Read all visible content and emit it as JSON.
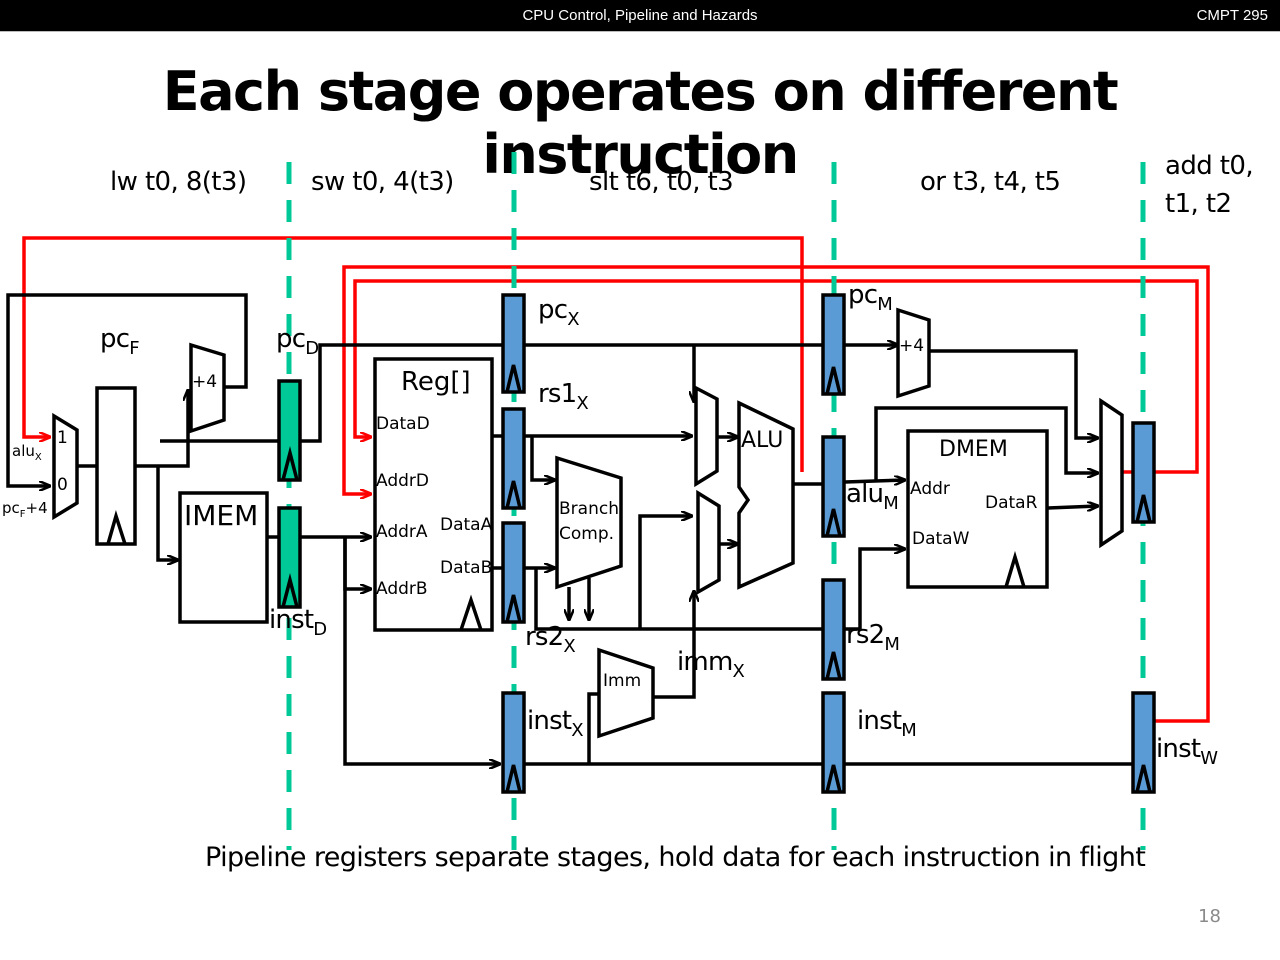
{
  "header": {
    "deck_title": "CPU Control, Pipeline and Hazards",
    "course": "CMPT 295"
  },
  "slide": {
    "title": "Each stage operates on different instruction",
    "caption": "Pipeline registers separate stages, hold data for each instruction in flight",
    "page_number": "18"
  },
  "colors": {
    "wire": "#000000",
    "writeback_wire": "#ff0000",
    "stage_divider": "#00c896",
    "fetch_decode_register": "#00c896",
    "pipeline_register": "#5b9bd5"
  },
  "stages": [
    {
      "id": "F",
      "instruction": "lw t0, 8(t3)"
    },
    {
      "id": "D",
      "instruction": "sw t0, 4(t3)"
    },
    {
      "id": "X",
      "instruction": "slt t6, t0, t3"
    },
    {
      "id": "M",
      "instruction": "or t3, t4, t5"
    },
    {
      "id": "W",
      "instruction_line1": "add t0,",
      "instruction_line2": "t1, t2"
    }
  ],
  "blocks": {
    "imem": "IMEM",
    "regfile": "Reg[]",
    "branch_comp_line1": "Branch",
    "branch_comp_line2": "Comp.",
    "imm_gen": "Imm",
    "alu": "ALU",
    "dmem": "DMEM",
    "adder_fetch": "+4",
    "adder_mem": "+4"
  },
  "ports": {
    "reg_datad": "DataD",
    "reg_addrd": "AddrD",
    "reg_addra": "AddrA",
    "reg_addrb": "AddrB",
    "reg_dataa": "DataA",
    "reg_datab": "DataB",
    "dmem_addr": "Addr",
    "dmem_dataw": "DataW",
    "dmem_datar": "DataR",
    "pcmux_in1": "1",
    "pcmux_in0": "0"
  },
  "signals": {
    "pc_f": {
      "base": "pc",
      "sub": "F"
    },
    "pc_d": {
      "base": "pc",
      "sub": "D"
    },
    "inst_d": {
      "base": "inst",
      "sub": "D"
    },
    "pc_x": {
      "base": "pc",
      "sub": "X"
    },
    "rs1_x": {
      "base": "rs1",
      "sub": "X"
    },
    "rs2_x": {
      "base": "rs2",
      "sub": "X"
    },
    "imm_x": {
      "base": "imm",
      "sub": "X"
    },
    "inst_x": {
      "base": "inst",
      "sub": "X"
    },
    "pc_m": {
      "base": "pc",
      "sub": "M"
    },
    "alu_m": {
      "base": "alu",
      "sub": "M"
    },
    "rs2_m": {
      "base": "rs2",
      "sub": "M"
    },
    "inst_m": {
      "base": "inst",
      "sub": "M"
    },
    "inst_w": {
      "base": "inst",
      "sub": "W"
    },
    "alu_x": {
      "base": "alu",
      "sub": "X"
    },
    "pc_f_plus4": {
      "base": "pc",
      "sub": "F",
      "suffix": "+4"
    }
  }
}
